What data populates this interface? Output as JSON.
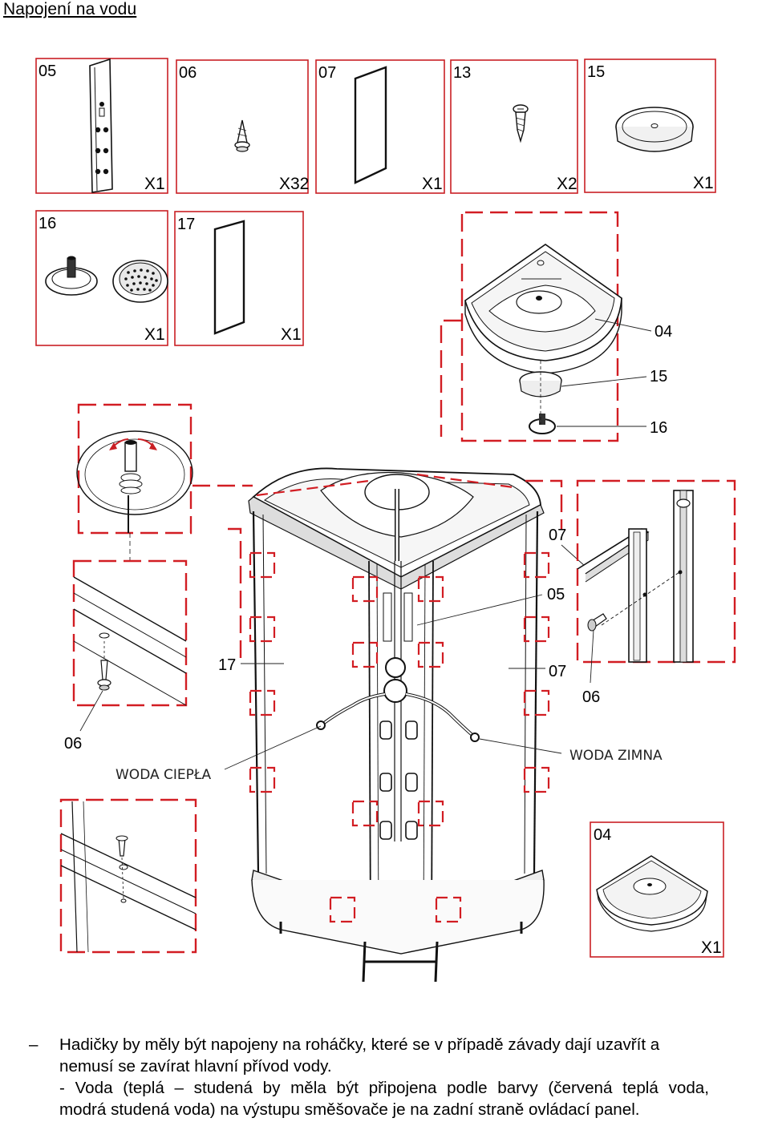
{
  "page": {
    "title": "Napojení na vodu"
  },
  "parts": [
    {
      "id": "05",
      "qty": "X1"
    },
    {
      "id": "06",
      "qty": "X32"
    },
    {
      "id": "07",
      "qty": "X1"
    },
    {
      "id": "13",
      "qty": "X2"
    },
    {
      "id": "15",
      "qty": "X1"
    },
    {
      "id": "16",
      "qty": "X1"
    },
    {
      "id": "17",
      "qty": "X1"
    }
  ],
  "callouts": {
    "c04": "04",
    "c15": "15",
    "c16": "16",
    "c07a": "07",
    "c05": "05",
    "c07b": "07",
    "c06right": "06",
    "c17": "17",
    "c06left": "06",
    "hot_water": "WODA CIEPŁA",
    "cold_water": "WODA ZIMNA"
  },
  "tray_inset": {
    "id": "04",
    "qty": "X1"
  },
  "text": {
    "bullet": "–",
    "p1_line1": "Hadičky by měly být napojeny na roháčky, které se v případě závady dají uzavřít a",
    "p1_line2": "nemusí se zavírat hlavní přívod vody.",
    "p2_line1": "- Voda (teplá – studená by měla být připojena podle barvy (červená teplá voda,",
    "p2_line2": "modrá studená voda) na výstupu směšovače je na zadní straně ovládací panel."
  },
  "colors": {
    "frame": "#c91f24",
    "line": "#111111",
    "background": "#ffffff"
  }
}
